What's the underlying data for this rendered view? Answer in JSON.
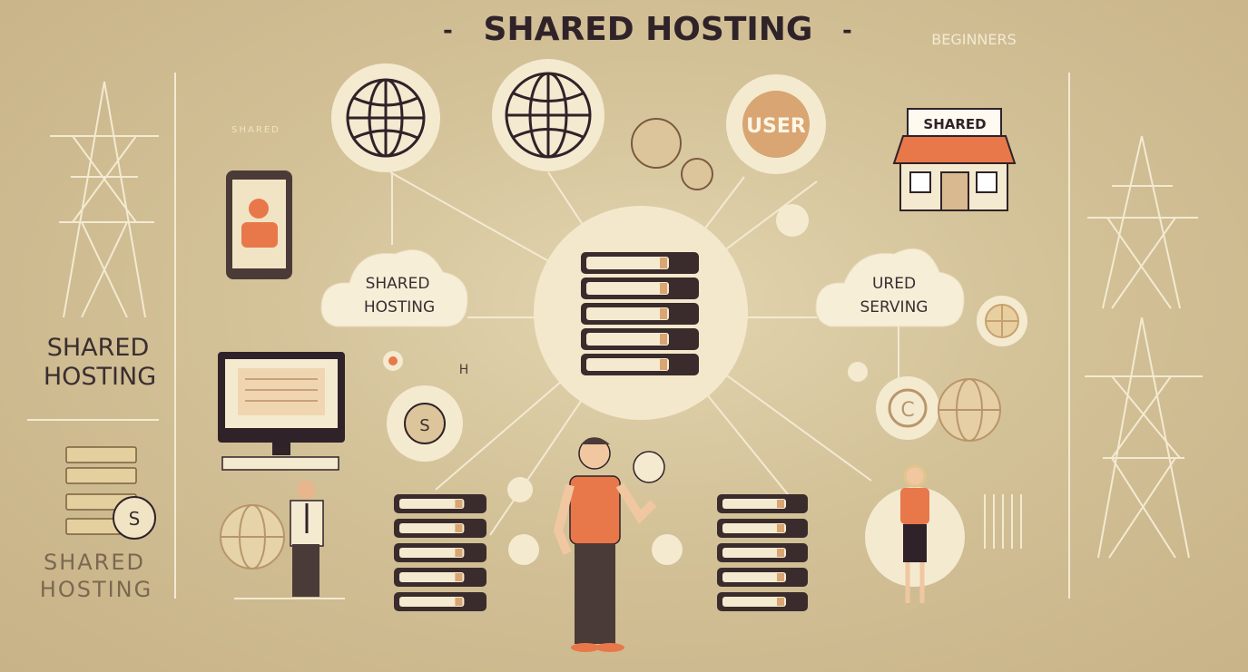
{
  "title": "SHARED HOSTING",
  "title_dash": "-",
  "corner_label": "BEGINNERS",
  "faint_label": "SHARED",
  "left_panel": {
    "heading_line1": "SHARED",
    "heading_line2": "HOSTING",
    "footer_line1": "SHARED",
    "footer_line2": "HOSTING"
  },
  "nodes": {
    "user_badge": "USER",
    "shop_sign": "SHARED",
    "cloud_left_line1": "SHARED",
    "cloud_left_line2": "HOSTING",
    "cloud_right_line1": "URED",
    "cloud_right_line2": "SERVING",
    "coin_symbol": "S",
    "copyright_symbol": "C",
    "small_h": "H"
  },
  "colors": {
    "background": "#cdb98f",
    "text": "#2f2329",
    "accent": "#e8784a",
    "cream": "#f4ead0",
    "line": "#f3ead2"
  }
}
